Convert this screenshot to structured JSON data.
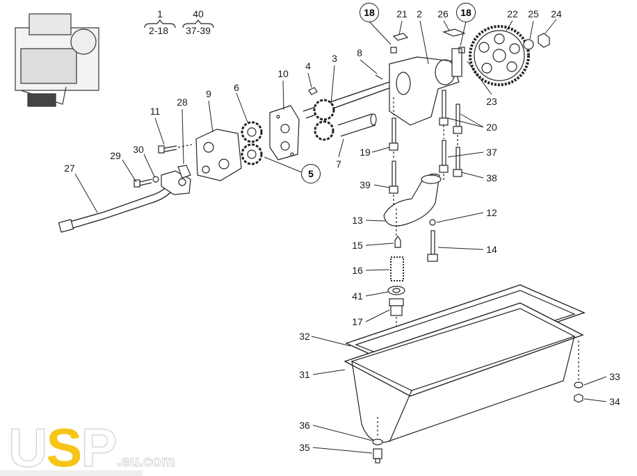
{
  "groups": [
    {
      "parent": "1",
      "range": "2-18"
    },
    {
      "parent": "40",
      "range": "37-39"
    }
  ],
  "callouts": [
    "18",
    "21",
    "2",
    "26",
    "18",
    "22",
    "25",
    "24",
    "8",
    "4",
    "3",
    "10",
    "6",
    "9",
    "28",
    "11",
    "23",
    "20",
    "37",
    "38",
    "19",
    "39",
    "30",
    "29",
    "27",
    "5",
    "7",
    "13",
    "12",
    "15",
    "14",
    "16",
    "41",
    "17",
    "32",
    "31",
    "33",
    "34",
    "36",
    "35"
  ],
  "logo": {
    "text_u": "U",
    "text_s": "S",
    "text_p": "P",
    "domain": ".eu.com",
    "accent": "#f5c518"
  }
}
